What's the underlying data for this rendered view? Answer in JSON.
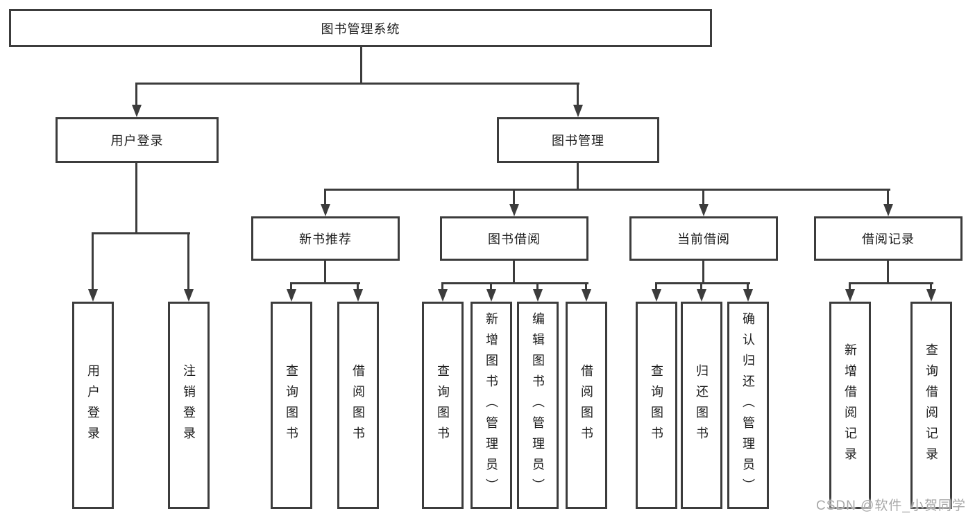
{
  "diagram": {
    "root": {
      "label": "图书管理系统"
    },
    "branches": [
      {
        "label": "用户登录",
        "children": [
          "用户登录",
          "注销登录"
        ]
      },
      {
        "label": "图书管理",
        "groups": [
          {
            "label": "新书推荐",
            "children": [
              "查询图书",
              "借阅图书"
            ]
          },
          {
            "label": "图书借阅",
            "children": [
              "查询图书",
              "新增图书（管理员）",
              "编辑图书（管理员）",
              "借阅图书"
            ]
          },
          {
            "label": "当前借阅",
            "children": [
              "查询图书",
              "归还图书",
              "确认归还（管理员）"
            ]
          },
          {
            "label": "借阅记录",
            "children": [
              "新增借阅记录",
              "查询借阅记录"
            ]
          }
        ]
      }
    ]
  },
  "watermark": {
    "text": "CSDN @软件_小贺同学"
  },
  "colors": {
    "line": "#3c3c3c",
    "text": "#1d1d1d",
    "watermark": "#a8a8a8",
    "background": "#ffffff"
  }
}
